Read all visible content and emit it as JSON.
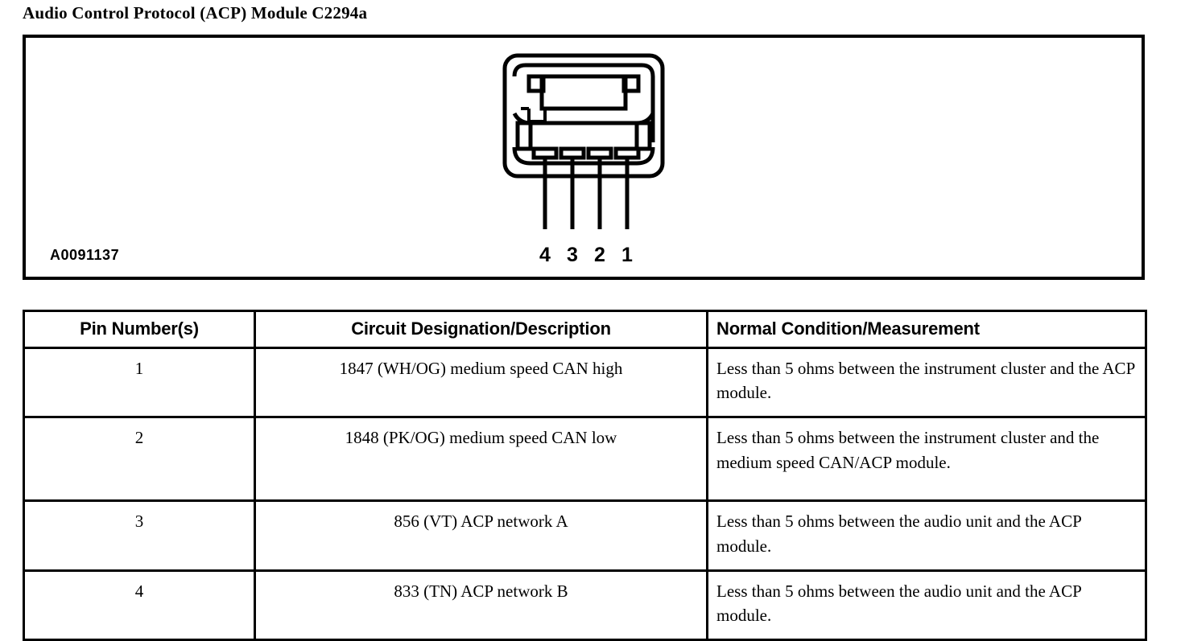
{
  "title": "Audio Control Protocol (ACP) Module C2294a",
  "diagram": {
    "code": "A0091137",
    "connector_name": "acp-module-connector",
    "pin_labels": [
      "4",
      "3",
      "2",
      "1"
    ],
    "pin_count": 4
  },
  "table": {
    "headers": {
      "pin": "Pin Number(s)",
      "circuit": "Circuit Designation/Description",
      "condition": "Normal Condition/Measurement"
    },
    "rows": [
      {
        "pin": "1",
        "circuit": "1847 (WH/OG) medium speed CAN high",
        "condition": "Less than 5 ohms between the instrument cluster and the ACP module."
      },
      {
        "pin": "2",
        "circuit": "1848 (PK/OG) medium speed CAN low",
        "condition": "Less than 5 ohms between the instrument cluster and the medium speed CAN/ACP module."
      },
      {
        "pin": "3",
        "circuit": "856 (VT) ACP network A",
        "condition": "Less than 5 ohms between the audio unit and the ACP module."
      },
      {
        "pin": "4",
        "circuit": "833 (TN) ACP network B",
        "condition": "Less than 5 ohms between the audio unit and the ACP module."
      }
    ]
  },
  "colors": {
    "ink": "#000000",
    "paper": "#ffffff"
  }
}
